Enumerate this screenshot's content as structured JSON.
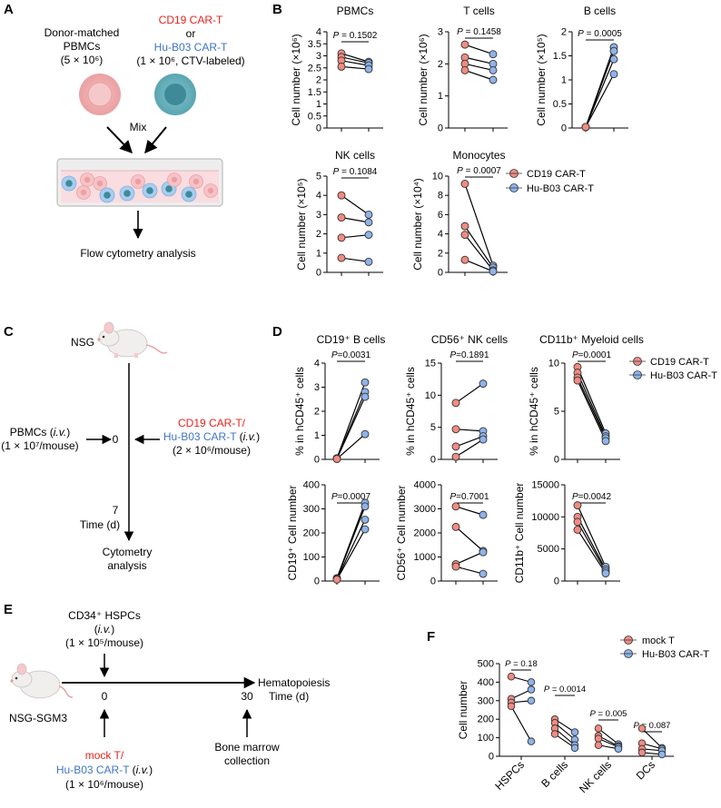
{
  "colors": {
    "red_dot": "#f28b82",
    "blue_dot": "#8fb3ea",
    "red_text": "#e8231f",
    "blue_text": "#3f74c6"
  },
  "panelA": {
    "label": "A",
    "pbmc_lines": [
      "Donor-matched",
      "PBMCs",
      "(5 × 10⁶)"
    ],
    "cart_line1": "CD19 CAR-T",
    "cart_or": "or",
    "cart_line3": "Hu-B03 CAR-T",
    "cart_line4": "(1 × 10⁶, CTV-labeled)",
    "mix": "Mix",
    "flow": "Flow cytometry analysis"
  },
  "panelB": {
    "label": "B",
    "legend": [
      "CD19 CAR-T",
      "Hu-B03 CAR-T"
    ]
  },
  "panelC": {
    "label": "C",
    "nsg": "NSG",
    "pbmcs_l1": "PBMCs (i.v.)",
    "pbmcs_l2": "(1 × 10⁷/mouse)",
    "day0": "0",
    "cart_a": "CD19 CAR-T/",
    "cart_b": "Hu-B03 CAR-T (i.v.)",
    "cart_c": "(2 × 10⁶/mouse)",
    "day7": "7",
    "time": "Time (d)",
    "analysis1": "Cytometry",
    "analysis2": "analysis"
  },
  "panelD": {
    "label": "D",
    "legend": [
      "CD19 CAR-T",
      "Hu-B03 CAR-T"
    ]
  },
  "panelE": {
    "label": "E",
    "hspc1": "CD34⁺ HSPCs",
    "hspc2": "(i.v.)",
    "hspc3": "(1 × 10⁵/mouse)",
    "hema": "Hematopoiesis",
    "mouse": "NSG-SGM3",
    "t0": "0",
    "t30": "30",
    "time": "Time (d)",
    "mockT": "mock T/",
    "hub03": "Hu-B03 CAR-T (i.v.)",
    "dose": "(1 × 10⁶/mouse)",
    "bm1": "Bone marrow",
    "bm2": "collection"
  },
  "panelF": {
    "label": "F",
    "legend": [
      "mock T",
      "Hu-B03 CAR-T"
    ]
  },
  "chart_data": [
    {
      "id": "b-pbmc",
      "type": "scatter",
      "title": "PBMCs",
      "ylabel": "Cell number (×10⁶)",
      "ylim": [
        0,
        4
      ],
      "yticks": [
        0,
        0.5,
        1,
        1.5,
        2,
        2.5,
        3,
        3.5,
        4
      ],
      "pvalue": "P = 0.1502",
      "series": [
        {
          "name": "CD19 CAR-T",
          "values": [
            3.1,
            2.95,
            2.8,
            2.55
          ]
        },
        {
          "name": "Hu-B03 CAR-T",
          "values": [
            2.75,
            2.7,
            2.6,
            2.45
          ]
        }
      ]
    },
    {
      "id": "b-t",
      "type": "scatter",
      "title": "T cells",
      "ylabel": "Cell number (×10⁶)",
      "ylim": [
        0,
        3
      ],
      "yticks": [
        0,
        1,
        2,
        3
      ],
      "pvalue": "P = 0.1458",
      "series": [
        {
          "name": "CD19 CAR-T",
          "values": [
            2.6,
            2.2,
            2.0,
            1.8
          ]
        },
        {
          "name": "Hu-B03 CAR-T",
          "values": [
            2.3,
            2.0,
            1.8,
            1.5
          ]
        }
      ]
    },
    {
      "id": "b-b",
      "type": "scatter",
      "title": "B cells",
      "ylabel": "Cell number (×10⁵)",
      "ylim": [
        0,
        2
      ],
      "yticks": [
        0,
        0.5,
        1,
        1.5,
        2
      ],
      "pvalue": "P = 0.0005",
      "series": [
        {
          "name": "CD19 CAR-T",
          "values": [
            0.02,
            0.02,
            0.02,
            0.02
          ]
        },
        {
          "name": "Hu-B03 CAR-T",
          "values": [
            1.68,
            1.6,
            1.43,
            1.12
          ]
        }
      ]
    },
    {
      "id": "b-nk",
      "type": "scatter",
      "title": "NK cells",
      "ylabel": "Cell number (×10⁵)",
      "ylim": [
        0,
        5
      ],
      "yticks": [
        0,
        1,
        2,
        3,
        4,
        5
      ],
      "pvalue": "P = 0.1084",
      "series": [
        {
          "name": "CD19 CAR-T",
          "values": [
            4.0,
            2.85,
            1.8,
            0.75
          ]
        },
        {
          "name": "Hu-B03 CAR-T",
          "values": [
            3.0,
            2.6,
            1.95,
            0.55
          ]
        }
      ]
    },
    {
      "id": "b-mono",
      "type": "scatter",
      "title": "Monocytes",
      "ylabel": "Cell number (×10⁴)",
      "ylim": [
        0,
        10
      ],
      "yticks": [
        0,
        2,
        4,
        6,
        8,
        10
      ],
      "pvalue": "P = 0.0007",
      "series": [
        {
          "name": "CD19 CAR-T",
          "values": [
            9.2,
            4.8,
            3.9,
            1.3
          ]
        },
        {
          "name": "Hu-B03 CAR-T",
          "values": [
            0.7,
            0.5,
            0.2,
            0.1
          ]
        }
      ]
    },
    {
      "id": "d-b",
      "type": "scatter",
      "title": "CD19⁺ B cells",
      "ylabel": "% in hCD45⁺ cells",
      "ylim": [
        0,
        4
      ],
      "yticks": [
        0,
        1,
        2,
        3,
        4
      ],
      "pvalue": "P=0.0031",
      "series": [
        {
          "name": "CD19 CAR-T",
          "values": [
            0.05,
            0.03,
            0.02,
            0.02
          ]
        },
        {
          "name": "Hu-B03 CAR-T",
          "values": [
            3.2,
            2.8,
            2.6,
            1.05
          ]
        }
      ]
    },
    {
      "id": "d-nk",
      "type": "scatter",
      "title": "CD56⁺ NK cells",
      "ylabel": "% in hCD45⁺ cells",
      "ylim": [
        0,
        15
      ],
      "yticks": [
        0,
        5,
        10,
        15
      ],
      "pvalue": "P=0.1891",
      "series": [
        {
          "name": "CD19 CAR-T",
          "values": [
            8.8,
            4.7,
            2.0,
            0.4
          ]
        },
        {
          "name": "Hu-B03 CAR-T",
          "values": [
            11.8,
            4.4,
            3.6,
            3.1
          ]
        }
      ]
    },
    {
      "id": "d-m",
      "type": "scatter",
      "title": "CD11b⁺ Myeloid cells",
      "ylabel": "% in hCD45⁺ cells",
      "ylim": [
        0,
        10
      ],
      "yticks": [
        0,
        5,
        10
      ],
      "pvalue": "P=0.0001",
      "series": [
        {
          "name": "CD19 CAR-T",
          "values": [
            9.6,
            9.0,
            8.5,
            8.2
          ]
        },
        {
          "name": "Hu-B03 CAR-T",
          "values": [
            2.7,
            2.4,
            2.2,
            1.9
          ]
        }
      ]
    },
    {
      "id": "d-bn",
      "type": "scatter",
      "ylabel": "CD19⁺ Cell number",
      "ylim": [
        0,
        400
      ],
      "yticks": [
        0,
        100,
        200,
        300,
        400
      ],
      "pvalue": "P=0.0007",
      "series": [
        {
          "name": "CD19 CAR-T",
          "values": [
            12,
            10,
            8,
            6
          ]
        },
        {
          "name": "Hu-B03 CAR-T",
          "values": [
            325,
            310,
            255,
            215
          ]
        }
      ]
    },
    {
      "id": "d-nkn",
      "type": "scatter",
      "ylabel": "CD56⁺ Cell number",
      "ylim": [
        0,
        4000
      ],
      "yticks": [
        0,
        1000,
        2000,
        3000,
        4000
      ],
      "pvalue": "P=0.7001",
      "series": [
        {
          "name": "CD19 CAR-T",
          "values": [
            3100,
            2250,
            700,
            600
          ]
        },
        {
          "name": "Hu-B03 CAR-T",
          "values": [
            2750,
            1250,
            1200,
            300
          ]
        }
      ]
    },
    {
      "id": "d-mn",
      "type": "scatter",
      "ylabel": "CD11b⁺ Cell number",
      "ylim": [
        0,
        15000
      ],
      "yticks": [
        0,
        5000,
        10000,
        15000
      ],
      "pvalue": "P=0.0042",
      "series": [
        {
          "name": "CD19 CAR-T",
          "values": [
            11800,
            10000,
            9200,
            8000
          ]
        },
        {
          "name": "Hu-B03 CAR-T",
          "values": [
            2200,
            1800,
            1500,
            1200
          ]
        }
      ]
    },
    {
      "id": "f",
      "type": "scatter",
      "ylabel": "Cell number",
      "ylim": [
        0,
        500
      ],
      "yticks": [
        0,
        100,
        200,
        300,
        400,
        500
      ],
      "categories": [
        "HSPCs",
        "B cells",
        "NK cells",
        "DCs"
      ],
      "pvalues": [
        "P = 0.18",
        "P = 0.0014",
        "P = 0.005",
        "P = 0.087"
      ],
      "series": [
        {
          "name": "mock T",
          "values": [
            [
              430,
              310,
              290,
              270
            ],
            [
              200,
              180,
              150,
              120
            ],
            [
              150,
              110,
              95,
              60
            ],
            [
              150,
              70,
              40,
              20
            ]
          ]
        },
        {
          "name": "Hu-B03 CAR-T",
          "values": [
            [
              400,
              360,
              300,
              80
            ],
            [
              130,
              90,
              60,
              45
            ],
            [
              65,
              55,
              50,
              40
            ],
            [
              45,
              40,
              30,
              10
            ]
          ]
        }
      ]
    }
  ]
}
